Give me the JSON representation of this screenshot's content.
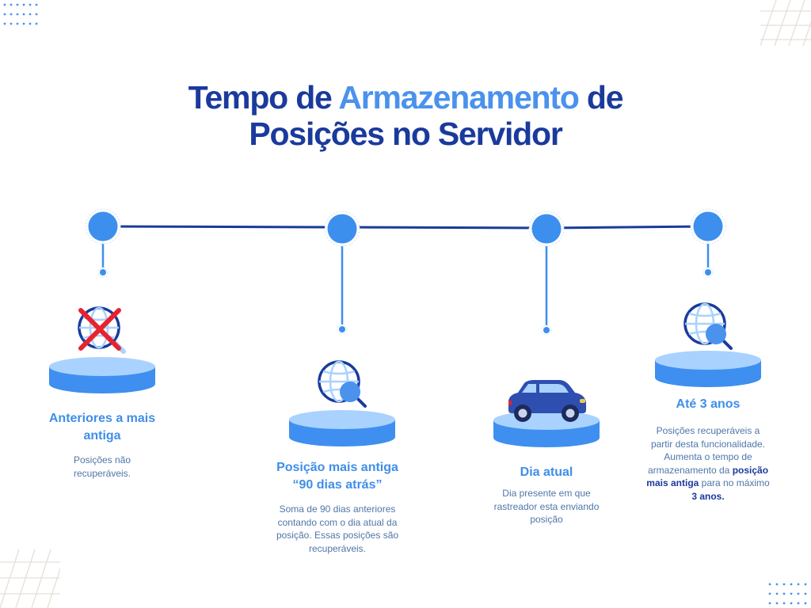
{
  "title": {
    "part1": "Tempo  de ",
    "accent": "Armazenamento",
    "part2": " de",
    "line2": "Posições no Servidor"
  },
  "colors": {
    "dark_blue": "#1a3a9c",
    "accent_blue": "#4a92ec",
    "node_blue": "#3d8fee",
    "podium_top": "#a9d2ff",
    "podium_side": "#3e8ff0",
    "cross_red": "#e8222e",
    "car_body": "#2e4fb0"
  },
  "steps": [
    {
      "title": "Anteriores a mais antiga",
      "desc": "Posições não recuperáveis.",
      "icon": "globe-crossed-icon"
    },
    {
      "title": "Posição mais antiga “90 dias atrás”",
      "desc": "Soma de 90 dias anteriores contando com o dia atual da posição. Essas posições são recuperáveis.",
      "icon": "globe-search-icon"
    },
    {
      "title": "Dia atual",
      "desc": "Dia presente em que rastreador esta enviando posição",
      "icon": "car-icon"
    },
    {
      "title": "Até 3 anos",
      "desc_parts": {
        "a": "Posições recuperáveis a partir desta funcionalidade. Aumenta o tempo de armazenamento da ",
        "b": "posição mais antiga",
        "c": " para no máximo ",
        "d": "3 anos."
      },
      "icon": "globe-search-icon"
    }
  ]
}
